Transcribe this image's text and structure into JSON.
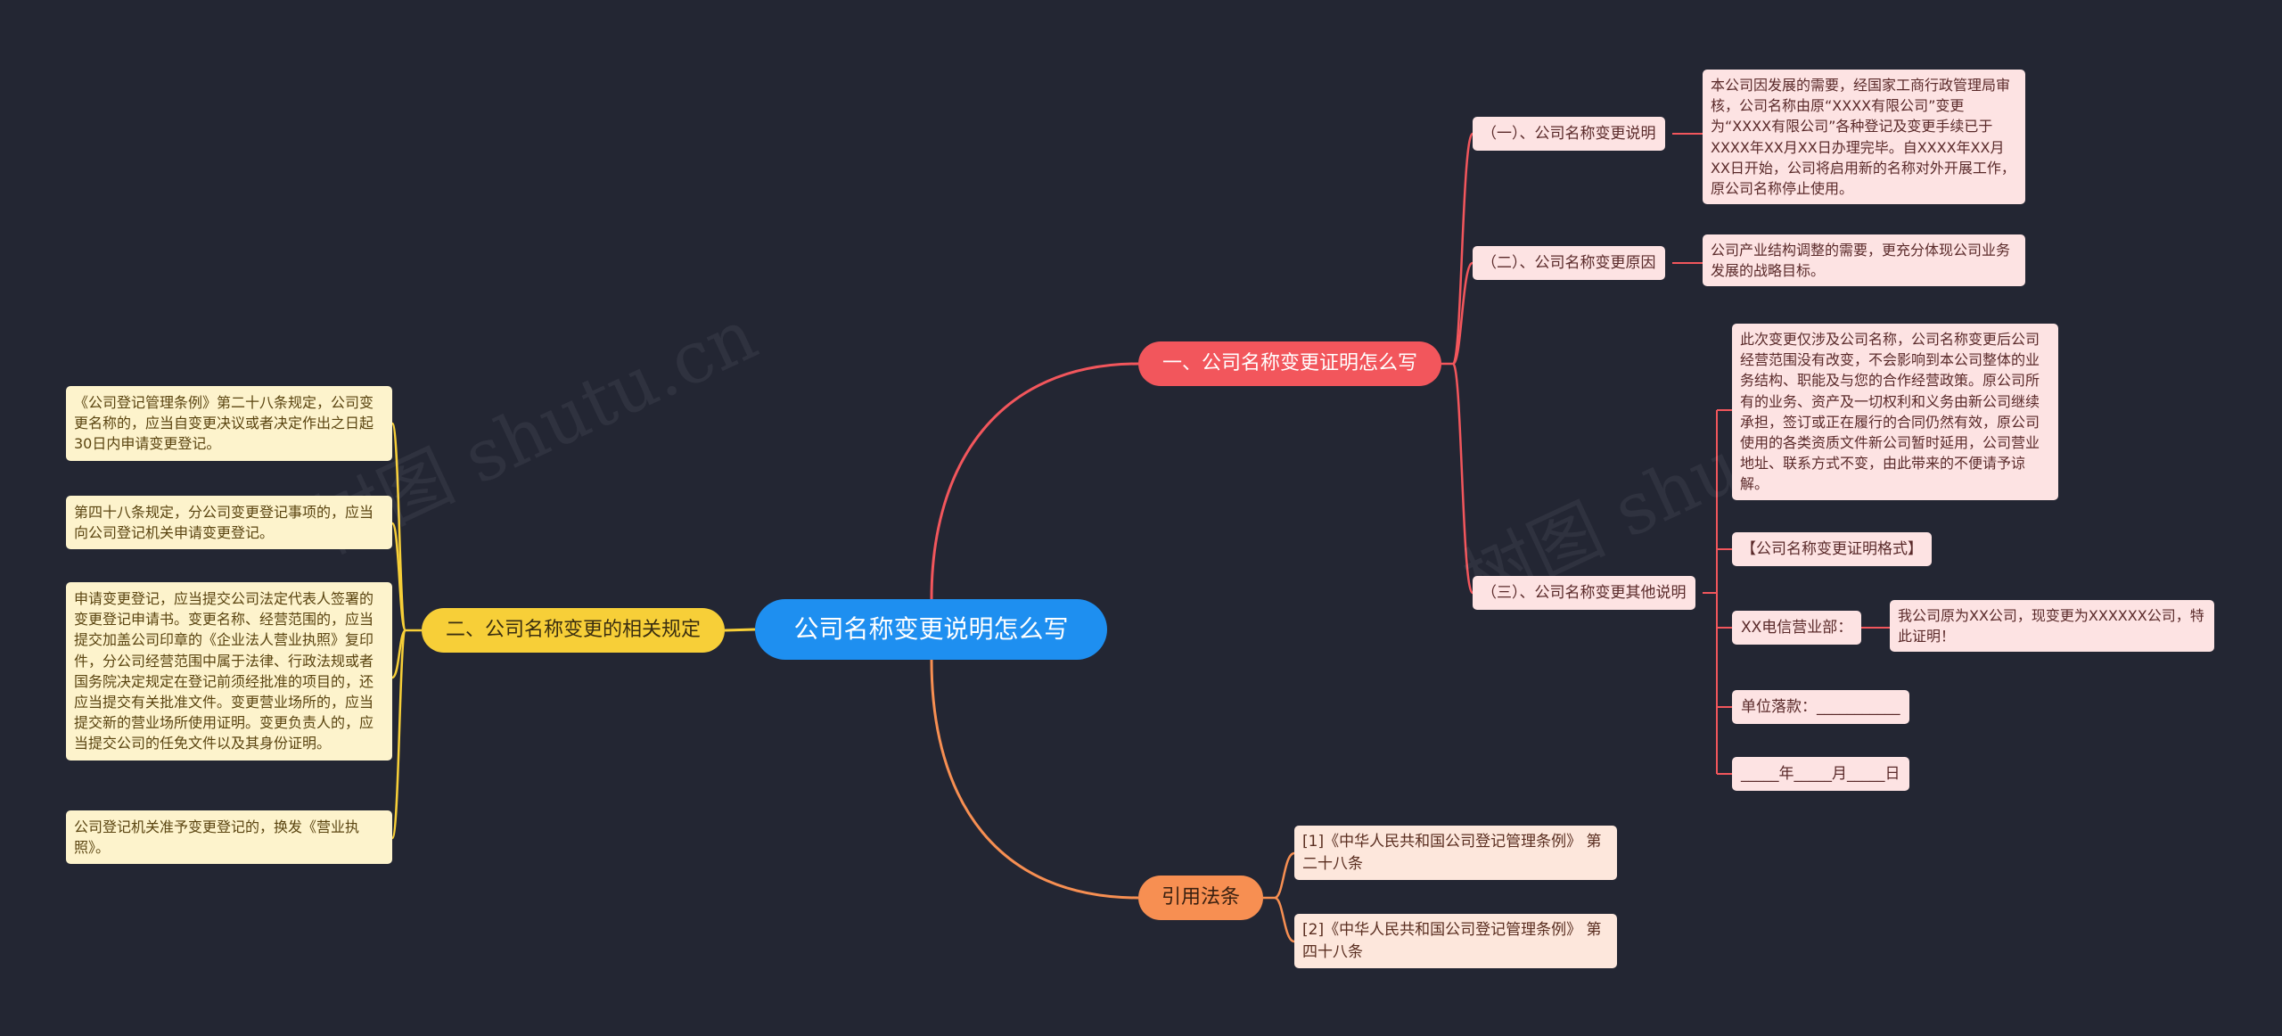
{
  "root": "公司名称变更说明怎么写",
  "branch1": {
    "label": "一、公司名称变更证明怎么写",
    "sub1": {
      "label": "（一）、公司名称变更说明",
      "text": "本公司因发展的需要，经国家工商行政管理局审核，公司名称由原“XXXX有限公司”变更为“XXXX有限公司”各种登记及变更手续已于XXXX年XX月XX日办理完毕。自XXXX年XX月XX日开始，公司将启用新的名称对外开展工作，原公司名称停止使用。"
    },
    "sub2": {
      "label": "（二）、公司名称变更原因",
      "text": "公司产业结构调整的需要，更充分体现公司业务发展的战略目标。"
    },
    "sub3": {
      "label": "（三）、公司名称变更其他说明",
      "text": "此次变更仅涉及公司名称，公司名称变更后公司经营范围没有改变，不会影响到本公司整体的业务结构、职能及与您的合作经营政策。原公司所有的业务、资产及一切权利和义务由新公司继续承担，签订或正在履行的合同仍然有效，原公司使用的各类资质文件新公司暂时延用，公司营业地址、联系方式不变，由此带来的不便请予谅解。",
      "format_label": "【公司名称变更证明格式】",
      "recipient": "XX电信营业部：",
      "recipient_text": "我公司原为XX公司，现变更为XXXXXX公司，特此证明！",
      "signature": "单位落款：___________",
      "date": "_____年_____月_____日"
    }
  },
  "branch2": {
    "label": "二、公司名称变更的相关规定",
    "items": [
      "《公司登记管理条例》第二十八条规定，公司变更名称的，应当自变更决议或者决定作出之日起30日内申请变更登记。",
      "第四十八条规定，分公司变更登记事项的，应当向公司登记机关申请变更登记。",
      "申请变更登记，应当提交公司法定代表人签署的变更登记申请书。变更名称、经营范围的，应当提交加盖公司印章的《企业法人营业执照》复印件，分公司经营范围中属于法律、行政法规或者国务院决定规定在登记前须经批准的项目的，还应当提交有关批准文件。变更营业场所的，应当提交新的营业场所使用证明。变更负责人的，应当提交公司的任免文件以及其身份证明。",
      "公司登记机关准予变更登记的，换发《营业执照》。"
    ]
  },
  "branch3": {
    "label": "引用法条",
    "items": [
      "[1]《中华人民共和国公司登记管理条例》 第二十八条",
      "[2]《中华人民共和国公司登记管理条例》 第四十八条"
    ]
  },
  "colors": {
    "background": "#232633",
    "root": "#1e8ff0",
    "branch_red": "#f2565c",
    "branch_yellow": "#f7cf38",
    "branch_orange": "#f78f52"
  },
  "watermark": "树图 shutu.cn"
}
